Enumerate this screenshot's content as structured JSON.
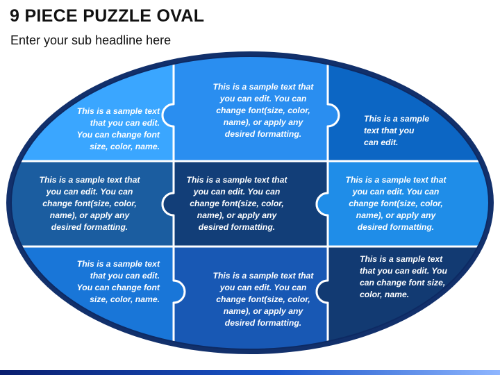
{
  "header": {
    "title": "9 PIECE PUZZLE OVAL",
    "subtitle": "Enter your sub headline here"
  },
  "colors": {
    "outline": "#12306b",
    "piece_top_left": "#3aa6ff",
    "piece_top_mid": "#2a8ef0",
    "piece_top_right": "#0c66c4",
    "piece_mid_left": "#1b5da0",
    "piece_center": "#123e78",
    "piece_mid_right": "#1f8de8",
    "piece_bot_left": "#1976d8",
    "piece_bot_mid": "#1858b4",
    "piece_bot_right": "#123a72"
  },
  "pieces": {
    "top_left": [
      "This is a sample text",
      "that you can edit.",
      "You can change font",
      "size, color, name."
    ],
    "top_mid": [
      "This is a sample text that",
      "you can edit. You can",
      "change font(size, color,",
      "name), or apply any",
      "desired formatting."
    ],
    "top_right": [
      "This is a sample",
      "text that you",
      "can edit."
    ],
    "mid_left": [
      "This is a sample text that",
      "you can edit. You can",
      "change font(size, color,",
      "name), or apply any",
      "desired formatting."
    ],
    "center": [
      "This is a sample text that",
      "you can edit. You can",
      "change font(size, color,",
      "name), or apply any",
      "desired formatting."
    ],
    "mid_right": [
      "This is a sample text that",
      "you can edit. You can",
      "change font(size, color,",
      "name), or apply any",
      "desired formatting."
    ],
    "bot_left": [
      "This is a sample text",
      "that you can edit.",
      "You can change font",
      "size, color, name."
    ],
    "bot_mid": [
      "This is a sample text that",
      "you can edit. You can",
      "change font(size, color,",
      "name), or apply any",
      "desired formatting."
    ],
    "bot_right": [
      "This is a sample text",
      "that you can edit. You",
      "can change font size,",
      "color, name."
    ]
  }
}
